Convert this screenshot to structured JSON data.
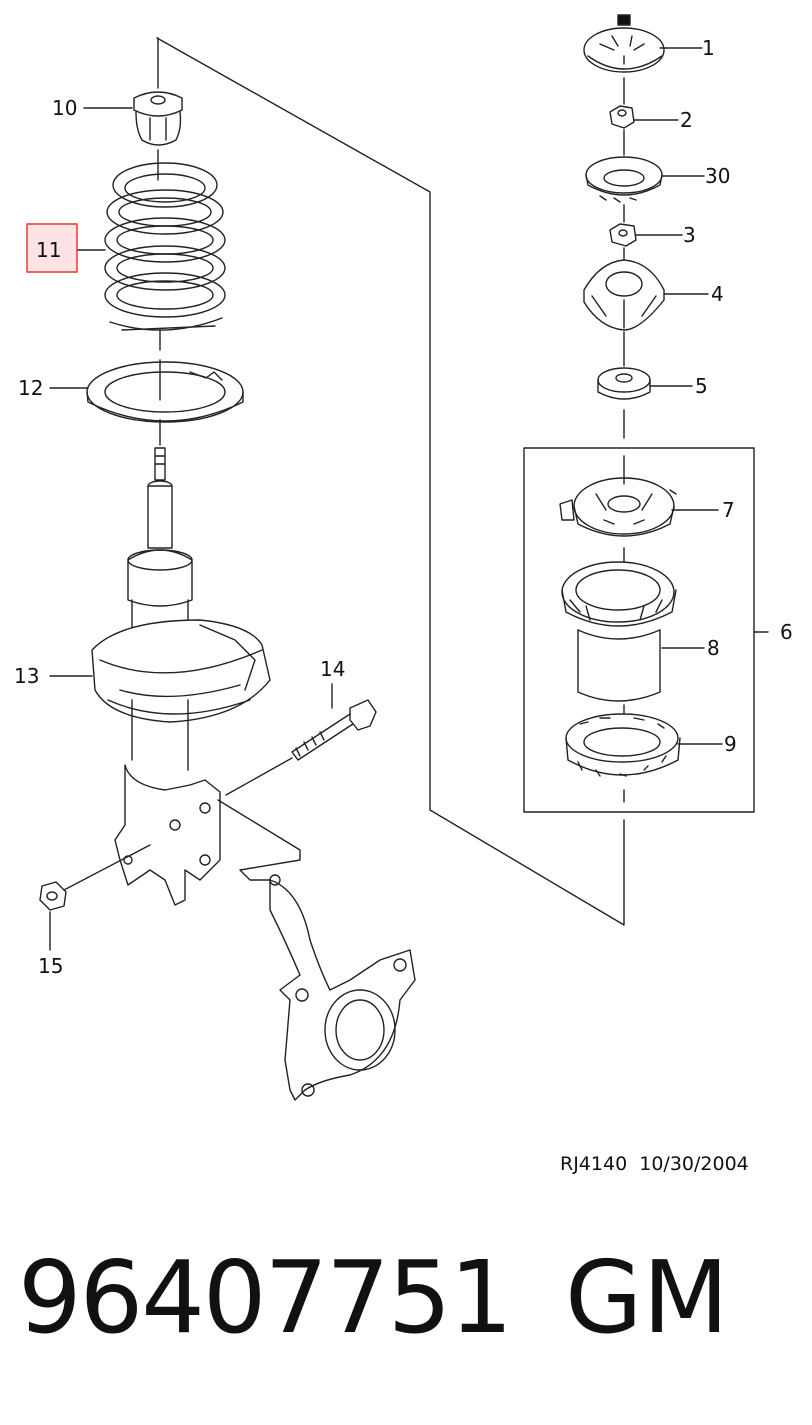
{
  "callouts": {
    "c1": "1",
    "c2": "2",
    "c30": "30",
    "c3": "3",
    "c4": "4",
    "c5": "5",
    "c6": "6",
    "c7": "7",
    "c8": "8",
    "c9": "9",
    "c10": "10",
    "c11": "11",
    "c12": "12",
    "c13": "13",
    "c14": "14",
    "c15": "15"
  },
  "highlight": {
    "part": "11",
    "color": "#e03c3c",
    "fill": "#fde3e3"
  },
  "drawing_ref": "RJ4140  10/30/2004",
  "footer": {
    "part_number": "96407751",
    "brand": "GM"
  }
}
